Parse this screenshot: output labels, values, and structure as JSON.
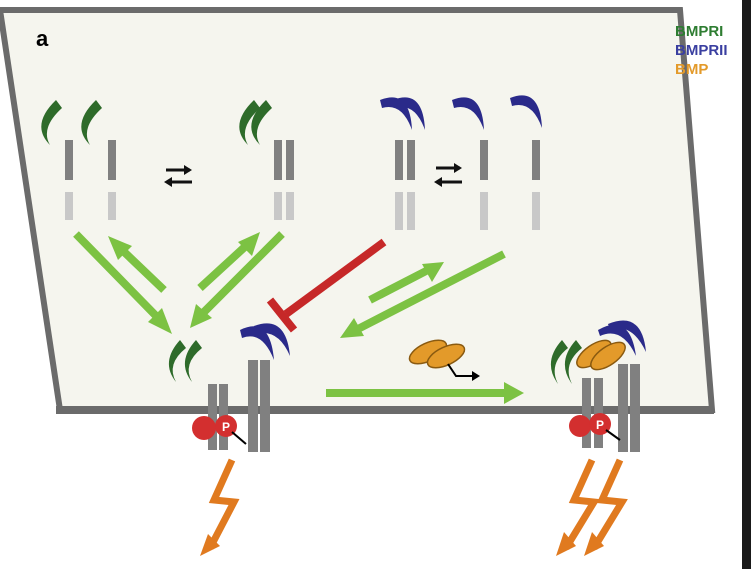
{
  "panel_label": "a",
  "legend": [
    {
      "label": "BMPRI",
      "color": "#2e7d32"
    },
    {
      "label": "BMPRII",
      "color": "#3a3fa0"
    },
    {
      "label": "BMP",
      "color": "#e39a2a"
    }
  ],
  "colors": {
    "membrane_plane": "#f5f5ee",
    "membrane_edge": "#6b6b6b",
    "receptor_I": "#2e6b2a",
    "receptor_II": "#2a2a8a",
    "ligand": "#e39a2a",
    "transition_arrow": "#7cc243",
    "inhibition": "#c62828",
    "kinase": "#d32f2f",
    "signal_bolt": "#e07a1f",
    "receptor_stem": "#808080",
    "receptor_stem_light": "#c8c8c8"
  },
  "icons": [
    "equilibrium-arrows-icon",
    "phosphate-icon",
    "lightning-signal-icon"
  ]
}
